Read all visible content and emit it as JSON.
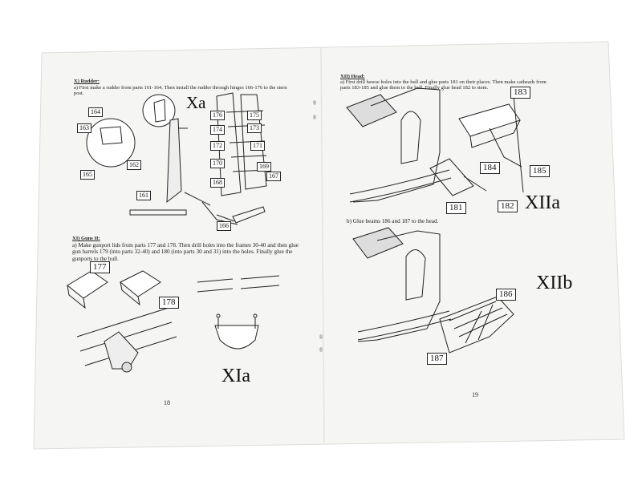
{
  "left_page": {
    "section_x": {
      "heading": "X) Rudder:",
      "text": "a) First make a rudder from parts 161-164. Then install the rudder through hinges 166-176 to the stern post.",
      "figure_title": "Xa",
      "labels": [
        "164",
        "163",
        "165",
        "162",
        "161",
        "176",
        "175",
        "174",
        "173",
        "172",
        "171",
        "170",
        "169",
        "168",
        "167",
        "166"
      ]
    },
    "section_xi": {
      "heading": "XI) Guns II:",
      "text": "a) Make gunport lids from parts 177 and 178. Then drill holes into the frames 30-40 and then glue gun barrels 179 (into parts 32-40) and 180 (into parts 30 and 31) into the holes. Finally glue the gunports to the hull.",
      "figure_title": "XIa",
      "labels": [
        "177",
        "178"
      ]
    },
    "page_number": "18"
  },
  "right_page": {
    "section_xii": {
      "heading": "XII) Head:",
      "text": "a) First drill hawse holes into the hull and glue parts 181 on their places. Then make catheads from parts 183-185 and glue them to the hull. Finally glue head 182 to stem.",
      "figure_a_title": "XIIa",
      "labels_a": [
        "183",
        "184",
        "185",
        "181",
        "182"
      ],
      "text_b": "b) Glue beams 186 and 187 to the head.",
      "figure_b_title": "XIIb",
      "labels_b": [
        "186",
        "187"
      ]
    },
    "page_number": "19"
  },
  "colors": {
    "paper": "#f5f5f3",
    "ink": "#222222",
    "shadow": "#d9d9d6"
  }
}
